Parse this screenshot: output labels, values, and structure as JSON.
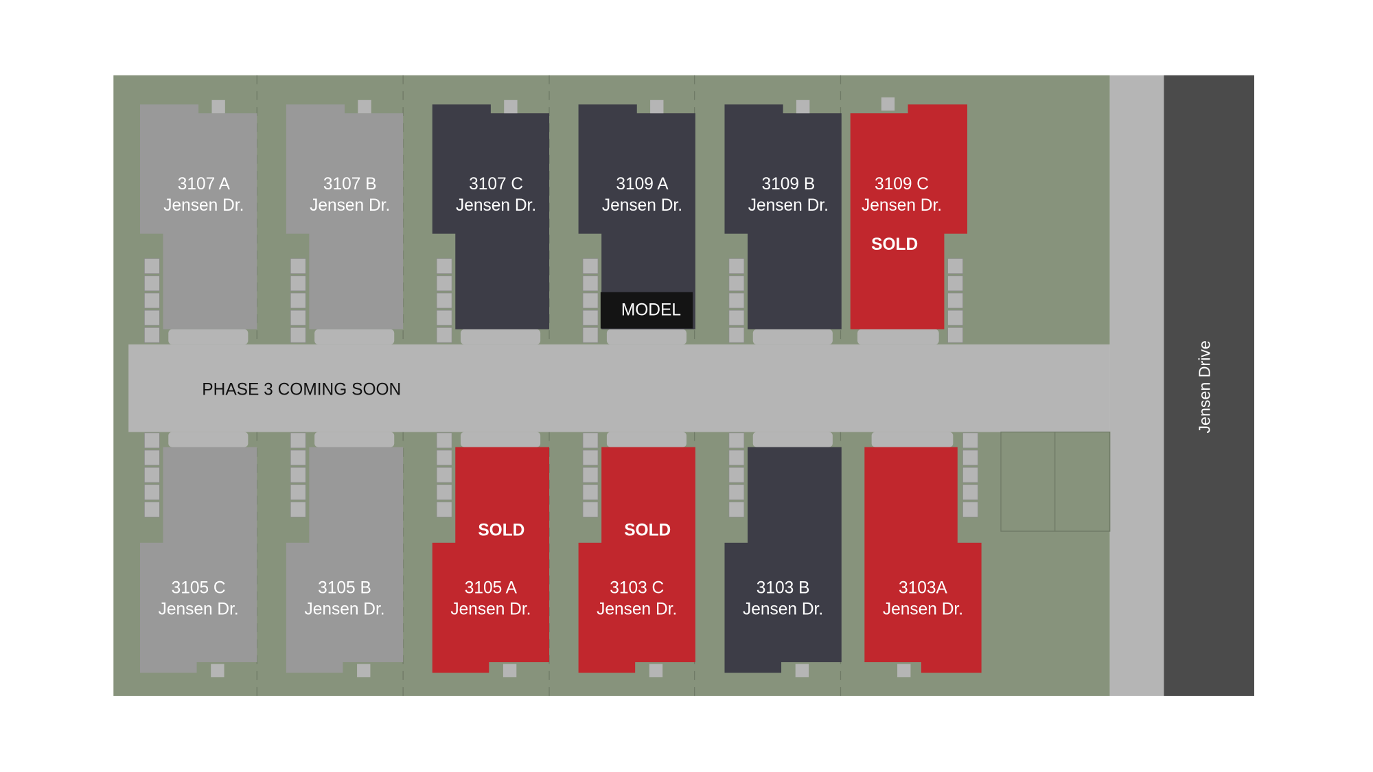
{
  "colors": {
    "ground": "#87937c",
    "road_light": "#b5b5b5",
    "road_dark": "#4b4b4b",
    "available": "#999999",
    "unavailable": "#3d3d47",
    "sold": "#c1272d",
    "model_badge": "#141414"
  },
  "street_label": "Jensen Drive",
  "phase_label": "PHASE 3 COMING SOON",
  "top_row": [
    {
      "number": "3107 A",
      "street": "Jensen Dr.",
      "fill": "#999999"
    },
    {
      "number": "3107 B",
      "street": "Jensen Dr.",
      "fill": "#999999"
    },
    {
      "number": "3107 C",
      "street": "Jensen Dr.",
      "fill": "#3d3d47"
    },
    {
      "number": "3109 A",
      "street": "Jensen Dr.",
      "fill": "#3d3d47",
      "model": "MODEL"
    },
    {
      "number": "3109 B",
      "street": "Jensen Dr.",
      "fill": "#3d3d47"
    },
    {
      "number": "3109 C",
      "street": "Jensen Dr.",
      "fill": "#c1272d",
      "badge": "SOLD"
    }
  ],
  "bottom_row": [
    {
      "number": "3105 C",
      "street": "Jensen Dr.",
      "fill": "#999999"
    },
    {
      "number": "3105 B",
      "street": "Jensen Dr.",
      "fill": "#999999"
    },
    {
      "number": "3105 A",
      "street": "Jensen Dr.",
      "fill": "#c1272d",
      "badge": "SOLD"
    },
    {
      "number": "3103 C",
      "street": "Jensen Dr.",
      "fill": "#c1272d",
      "badge": "SOLD"
    },
    {
      "number": "3103 B",
      "street": "Jensen Dr.",
      "fill": "#3d3d47"
    },
    {
      "number": "3103A",
      "street": "Jensen Dr.",
      "fill": "#c1272d"
    }
  ]
}
